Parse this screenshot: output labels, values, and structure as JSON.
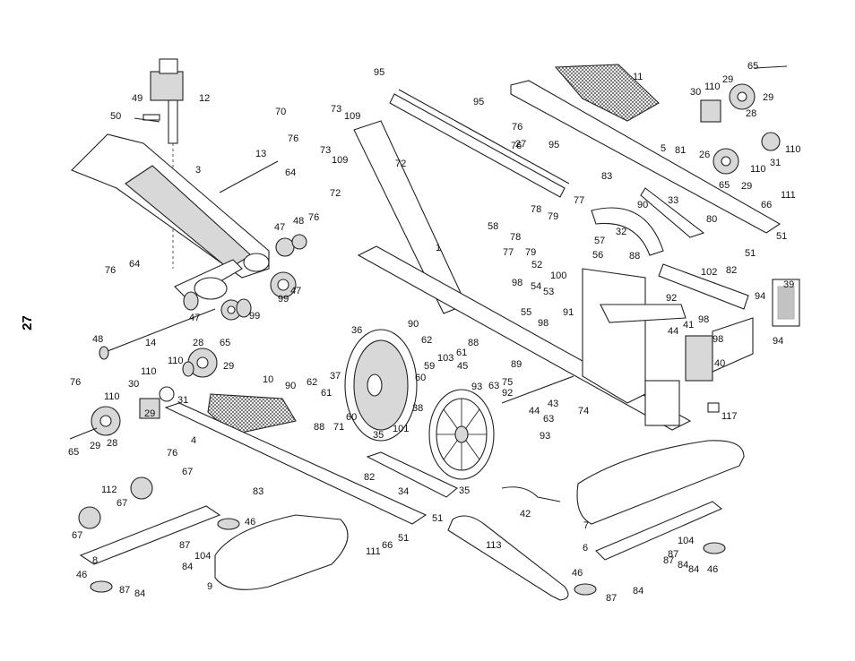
{
  "page_number": "27",
  "callouts": [
    {
      "id": "c95a",
      "text": "95"
    },
    {
      "id": "c11",
      "text": "11"
    },
    {
      "id": "c65a",
      "text": "65"
    },
    {
      "id": "c49",
      "text": "49"
    },
    {
      "id": "c12",
      "text": "12"
    },
    {
      "id": "c50",
      "text": "50"
    },
    {
      "id": "c70",
      "text": "70"
    },
    {
      "id": "c73a",
      "text": "73"
    },
    {
      "id": "c109a",
      "text": "109"
    },
    {
      "id": "c95b",
      "text": "95"
    },
    {
      "id": "c76a",
      "text": "76"
    },
    {
      "id": "c27",
      "text": "27"
    },
    {
      "id": "c95c",
      "text": "95"
    },
    {
      "id": "c30a",
      "text": "30"
    },
    {
      "id": "c110a",
      "text": "110"
    },
    {
      "id": "c29a",
      "text": "29"
    },
    {
      "id": "c29b",
      "text": "29"
    },
    {
      "id": "c28a",
      "text": "28"
    },
    {
      "id": "c3",
      "text": "3"
    },
    {
      "id": "c13",
      "text": "13"
    },
    {
      "id": "c76b",
      "text": "76"
    },
    {
      "id": "c64a",
      "text": "64"
    },
    {
      "id": "c73b",
      "text": "73"
    },
    {
      "id": "c109b",
      "text": "109"
    },
    {
      "id": "c72a",
      "text": "72"
    },
    {
      "id": "c72b",
      "text": "72"
    },
    {
      "id": "c76c",
      "text": "76"
    },
    {
      "id": "c83a",
      "text": "83"
    },
    {
      "id": "c5",
      "text": "5"
    },
    {
      "id": "c81",
      "text": "81"
    },
    {
      "id": "c26",
      "text": "26"
    },
    {
      "id": "c110b",
      "text": "110"
    },
    {
      "id": "c110c",
      "text": "110"
    },
    {
      "id": "c31a",
      "text": "31"
    },
    {
      "id": "c65b",
      "text": "65"
    },
    {
      "id": "c29c",
      "text": "29"
    },
    {
      "id": "c111a",
      "text": "111"
    },
    {
      "id": "c66a",
      "text": "66"
    },
    {
      "id": "c51a",
      "text": "51"
    },
    {
      "id": "c47a",
      "text": "47"
    },
    {
      "id": "c48a",
      "text": "48"
    },
    {
      "id": "c76d",
      "text": "76"
    },
    {
      "id": "c58",
      "text": "58"
    },
    {
      "id": "c78a",
      "text": "78"
    },
    {
      "id": "c79a",
      "text": "79"
    },
    {
      "id": "c77a",
      "text": "77"
    },
    {
      "id": "c90a",
      "text": "90"
    },
    {
      "id": "c33",
      "text": "33"
    },
    {
      "id": "c80",
      "text": "80"
    },
    {
      "id": "c32",
      "text": "32"
    },
    {
      "id": "c57",
      "text": "57"
    },
    {
      "id": "c1",
      "text": "1"
    },
    {
      "id": "c78b",
      "text": "78"
    },
    {
      "id": "c77b",
      "text": "77"
    },
    {
      "id": "c79b",
      "text": "79"
    },
    {
      "id": "c52",
      "text": "52"
    },
    {
      "id": "c56",
      "text": "56"
    },
    {
      "id": "c100",
      "text": "100"
    },
    {
      "id": "c88a",
      "text": "88"
    },
    {
      "id": "c51b",
      "text": "51"
    },
    {
      "id": "c76e",
      "text": "76"
    },
    {
      "id": "c64b",
      "text": "64"
    },
    {
      "id": "c47b",
      "text": "47"
    },
    {
      "id": "c99a",
      "text": "99"
    },
    {
      "id": "c47c",
      "text": "47"
    },
    {
      "id": "c99b",
      "text": "99"
    },
    {
      "id": "c47d",
      "text": "47"
    },
    {
      "id": "c102",
      "text": "102"
    },
    {
      "id": "c82a",
      "text": "82"
    },
    {
      "id": "c39",
      "text": "39"
    },
    {
      "id": "c98a",
      "text": "98"
    },
    {
      "id": "c54",
      "text": "54"
    },
    {
      "id": "c53",
      "text": "53"
    },
    {
      "id": "c55",
      "text": "55"
    },
    {
      "id": "c98b",
      "text": "98"
    },
    {
      "id": "c91",
      "text": "91"
    },
    {
      "id": "c92a",
      "text": "92"
    },
    {
      "id": "c94a",
      "text": "94"
    },
    {
      "id": "c41",
      "text": "41"
    },
    {
      "id": "c98c",
      "text": "98"
    },
    {
      "id": "c44a",
      "text": "44"
    },
    {
      "id": "c98d",
      "text": "98"
    },
    {
      "id": "c94b",
      "text": "94"
    },
    {
      "id": "c40",
      "text": "40"
    },
    {
      "id": "c48b",
      "text": "48"
    },
    {
      "id": "c14",
      "text": "14"
    },
    {
      "id": "c28b",
      "text": "28"
    },
    {
      "id": "c65c",
      "text": "65"
    },
    {
      "id": "c36",
      "text": "36"
    },
    {
      "id": "c90b",
      "text": "90"
    },
    {
      "id": "c62",
      "text": "62"
    },
    {
      "id": "c61a",
      "text": "61"
    },
    {
      "id": "c88b",
      "text": "88"
    },
    {
      "id": "c110d",
      "text": "110"
    },
    {
      "id": "c29d",
      "text": "29"
    },
    {
      "id": "c103",
      "text": "103"
    },
    {
      "id": "c59",
      "text": "59"
    },
    {
      "id": "c45",
      "text": "45"
    },
    {
      "id": "c89",
      "text": "89"
    },
    {
      "id": "c76f",
      "text": "76"
    },
    {
      "id": "c110e",
      "text": "110"
    },
    {
      "id": "c30b",
      "text": "30"
    },
    {
      "id": "c31b",
      "text": "31"
    },
    {
      "id": "c37",
      "text": "37"
    },
    {
      "id": "c60a",
      "text": "60"
    },
    {
      "id": "c93a",
      "text": "93"
    },
    {
      "id": "c63a",
      "text": "63"
    },
    {
      "id": "c75",
      "text": "75"
    },
    {
      "id": "c10",
      "text": "10"
    },
    {
      "id": "c90c",
      "text": "90"
    },
    {
      "id": "c62b",
      "text": "62"
    },
    {
      "id": "c61b",
      "text": "61"
    },
    {
      "id": "c92b",
      "text": "92"
    },
    {
      "id": "c110f",
      "text": "110"
    },
    {
      "id": "c29e",
      "text": "29"
    },
    {
      "id": "c38",
      "text": "38"
    },
    {
      "id": "c43",
      "text": "43"
    },
    {
      "id": "c44b",
      "text": "44"
    },
    {
      "id": "c63b",
      "text": "63"
    },
    {
      "id": "c74",
      "text": "74"
    },
    {
      "id": "c28c",
      "text": "28"
    },
    {
      "id": "c88c",
      "text": "88"
    },
    {
      "id": "c71",
      "text": "71"
    },
    {
      "id": "c60b",
      "text": "60"
    },
    {
      "id": "c93b",
      "text": "93"
    },
    {
      "id": "c117",
      "text": "117"
    },
    {
      "id": "c65d",
      "text": "65"
    },
    {
      "id": "c29f",
      "text": "29"
    },
    {
      "id": "c4",
      "text": "4"
    },
    {
      "id": "c76g",
      "text": "76"
    },
    {
      "id": "c35a",
      "text": "35"
    },
    {
      "id": "c101",
      "text": "101"
    },
    {
      "id": "c67a",
      "text": "67"
    },
    {
      "id": "c82b",
      "text": "82"
    },
    {
      "id": "c34",
      "text": "34"
    },
    {
      "id": "c35b",
      "text": "35"
    },
    {
      "id": "c112",
      "text": "112"
    },
    {
      "id": "c83b",
      "text": "83"
    },
    {
      "id": "c42",
      "text": "42"
    },
    {
      "id": "c67b",
      "text": "67"
    },
    {
      "id": "c46a",
      "text": "46"
    },
    {
      "id": "c51c",
      "text": "51"
    },
    {
      "id": "c7",
      "text": "7"
    },
    {
      "id": "c67c",
      "text": "67"
    },
    {
      "id": "c87a",
      "text": "87"
    },
    {
      "id": "c8",
      "text": "8"
    },
    {
      "id": "c104a",
      "text": "104"
    },
    {
      "id": "c84a",
      "text": "84"
    },
    {
      "id": "c111b",
      "text": "111"
    },
    {
      "id": "c66b",
      "text": "66"
    },
    {
      "id": "c51d",
      "text": "51"
    },
    {
      "id": "c113",
      "text": "113"
    },
    {
      "id": "c6",
      "text": "6"
    },
    {
      "id": "c104b",
      "text": "104"
    },
    {
      "id": "c87b",
      "text": "87"
    },
    {
      "id": "c84b",
      "text": "84"
    },
    {
      "id": "c46b",
      "text": "46"
    },
    {
      "id": "c46c",
      "text": "46"
    },
    {
      "id": "c87c",
      "text": "87"
    },
    {
      "id": "c84c",
      "text": "84"
    },
    {
      "id": "c9",
      "text": "9"
    },
    {
      "id": "c87d",
      "text": "87"
    },
    {
      "id": "c84d",
      "text": "84"
    },
    {
      "id": "c46d",
      "text": "46"
    },
    {
      "id": "c87e",
      "text": "87"
    },
    {
      "id": "c84e",
      "text": "84"
    }
  ]
}
